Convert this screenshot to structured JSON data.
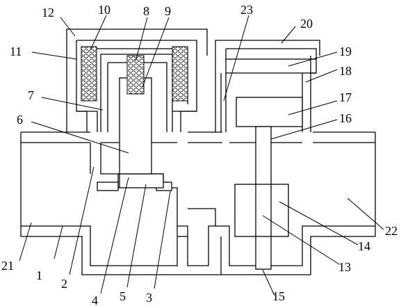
{
  "labels": {
    "l1": "1",
    "l2": "2",
    "l3": "3",
    "l4": "4",
    "l5": "5",
    "l6": "6",
    "l7": "7",
    "l8": "8",
    "l9": "9",
    "l10": "10",
    "l11": "11",
    "l12": "12",
    "l13": "13",
    "l14": "14",
    "l15": "15",
    "l16": "16",
    "l17": "17",
    "l18": "18",
    "l19": "19",
    "l20": "20",
    "l21": "21",
    "l22": "22",
    "l23": "23"
  }
}
